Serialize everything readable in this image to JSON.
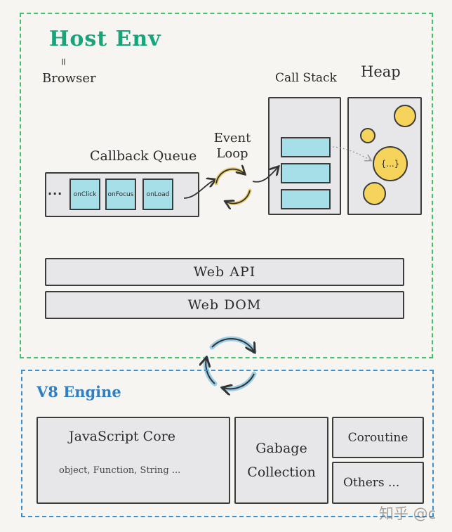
{
  "host_env": {
    "title": "Host Env",
    "separator": "=",
    "subtitle": "Browser",
    "callback_queue": {
      "label": "Callback Queue",
      "ellipsis": "...",
      "items": [
        "onClick",
        "onFocus",
        "onLoad"
      ]
    },
    "event_loop": {
      "label_line1": "Event",
      "label_line2": "Loop"
    },
    "call_stack": {
      "label": "Call Stack"
    },
    "heap": {
      "label": "Heap",
      "object_label": "{...}"
    },
    "web_api": "Web API",
    "web_dom": "Web DOM"
  },
  "v8_engine": {
    "title": "V8 Engine",
    "js_core": {
      "title": "JavaScript Core",
      "subtitle": "object, Function, String ..."
    },
    "gc": {
      "line1": "Gabage",
      "line2": "Collection"
    },
    "coroutine": "Coroutine",
    "others": "Others ..."
  },
  "watermark": "知乎 @c",
  "colors": {
    "host_env": "#3fc463",
    "v8_engine": "#3d8fce",
    "stack_frame": "#a7dfe9",
    "heap_object": "#f6d35b",
    "panel": "#e7e7e9"
  }
}
